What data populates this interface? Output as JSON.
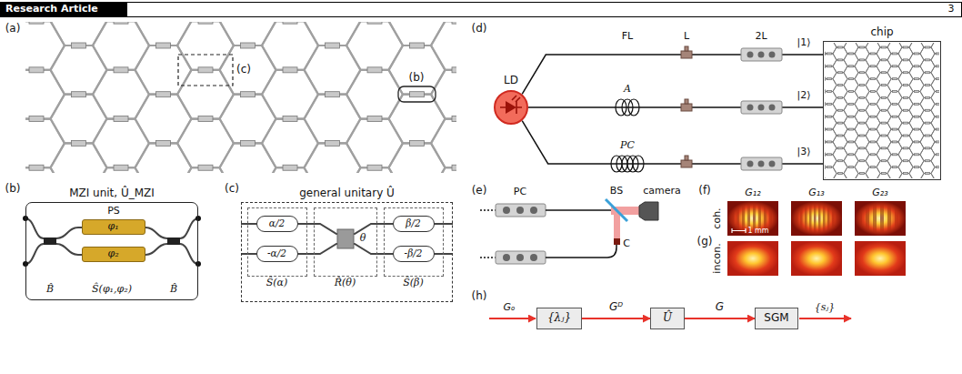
{
  "diagram": {
    "nodes": [
      {
        "text": [
          "Research Article"
        ]
      },
      {
        "text": [
          "MZI unit, Û_MZI"
        ]
      },
      {
        "text": [
          "φ₁"
        ],
        "in": 1
      },
      {
        "text": [
          "φ₂"
        ],
        "in": 1
      },
      {
        "text": [
          "general unitary Û"
        ]
      },
      {
        "text": [
          "Ŝ(α)"
        ],
        "in": 4
      },
      {
        "text": [
          "α/2"
        ],
        "in": 5
      },
      {
        "text": [
          "-α/2"
        ],
        "in": 5
      },
      {
        "text": [
          "R̂(θ)"
        ],
        "in": 4
      },
      {
        "text": [
          "Ŝ(β)"
        ],
        "in": 4
      },
      {
        "text": [
          "β/2"
        ],
        "in": 9
      },
      {
        "text": [
          "-β/2"
        ],
        "in": 9
      },
      {
        "text": [
          "LD"
        ]
      },
      {
        "text": [
          "chip"
        ]
      },
      {
        "text": [
          "{λⱼ}"
        ]
      },
      {
        "text": [
          "Û"
        ]
      },
      {
        "text": [
          "SGM"
        ]
      }
    ],
    "edges": [
      {
        "from": 12,
        "to": 13,
        "arrow": "none"
      },
      {
        "from": 12,
        "to": 13,
        "arrow": "none"
      },
      {
        "from": 12,
        "to": 13,
        "arrow": "none"
      },
      {
        "from": 14,
        "to": 15,
        "label": "Gᴰ",
        "arrow": "to"
      },
      {
        "from": 15,
        "to": 16,
        "label": "G",
        "arrow": "to"
      }
    ],
    "labels": [
      "3",
      "(a)",
      "(c)",
      "(b)",
      "(b)",
      "PS",
      "B̂",
      "Ŝ(φ₁,φ₂)",
      "B̂",
      "(c)",
      "θ",
      "(d)",
      "FL",
      "A",
      "PC",
      "L",
      "2L",
      "|1⟩",
      "|2⟩",
      "|3⟩",
      "(e)",
      "PC",
      "BS",
      "camera",
      "C",
      "(f)",
      "G₁₂",
      "G₁₃",
      "G₂₃",
      "coh.",
      "1 mm",
      "(g)",
      "incon.",
      "(h)",
      "Gₒ",
      "{sⱼ}"
    ]
  }
}
